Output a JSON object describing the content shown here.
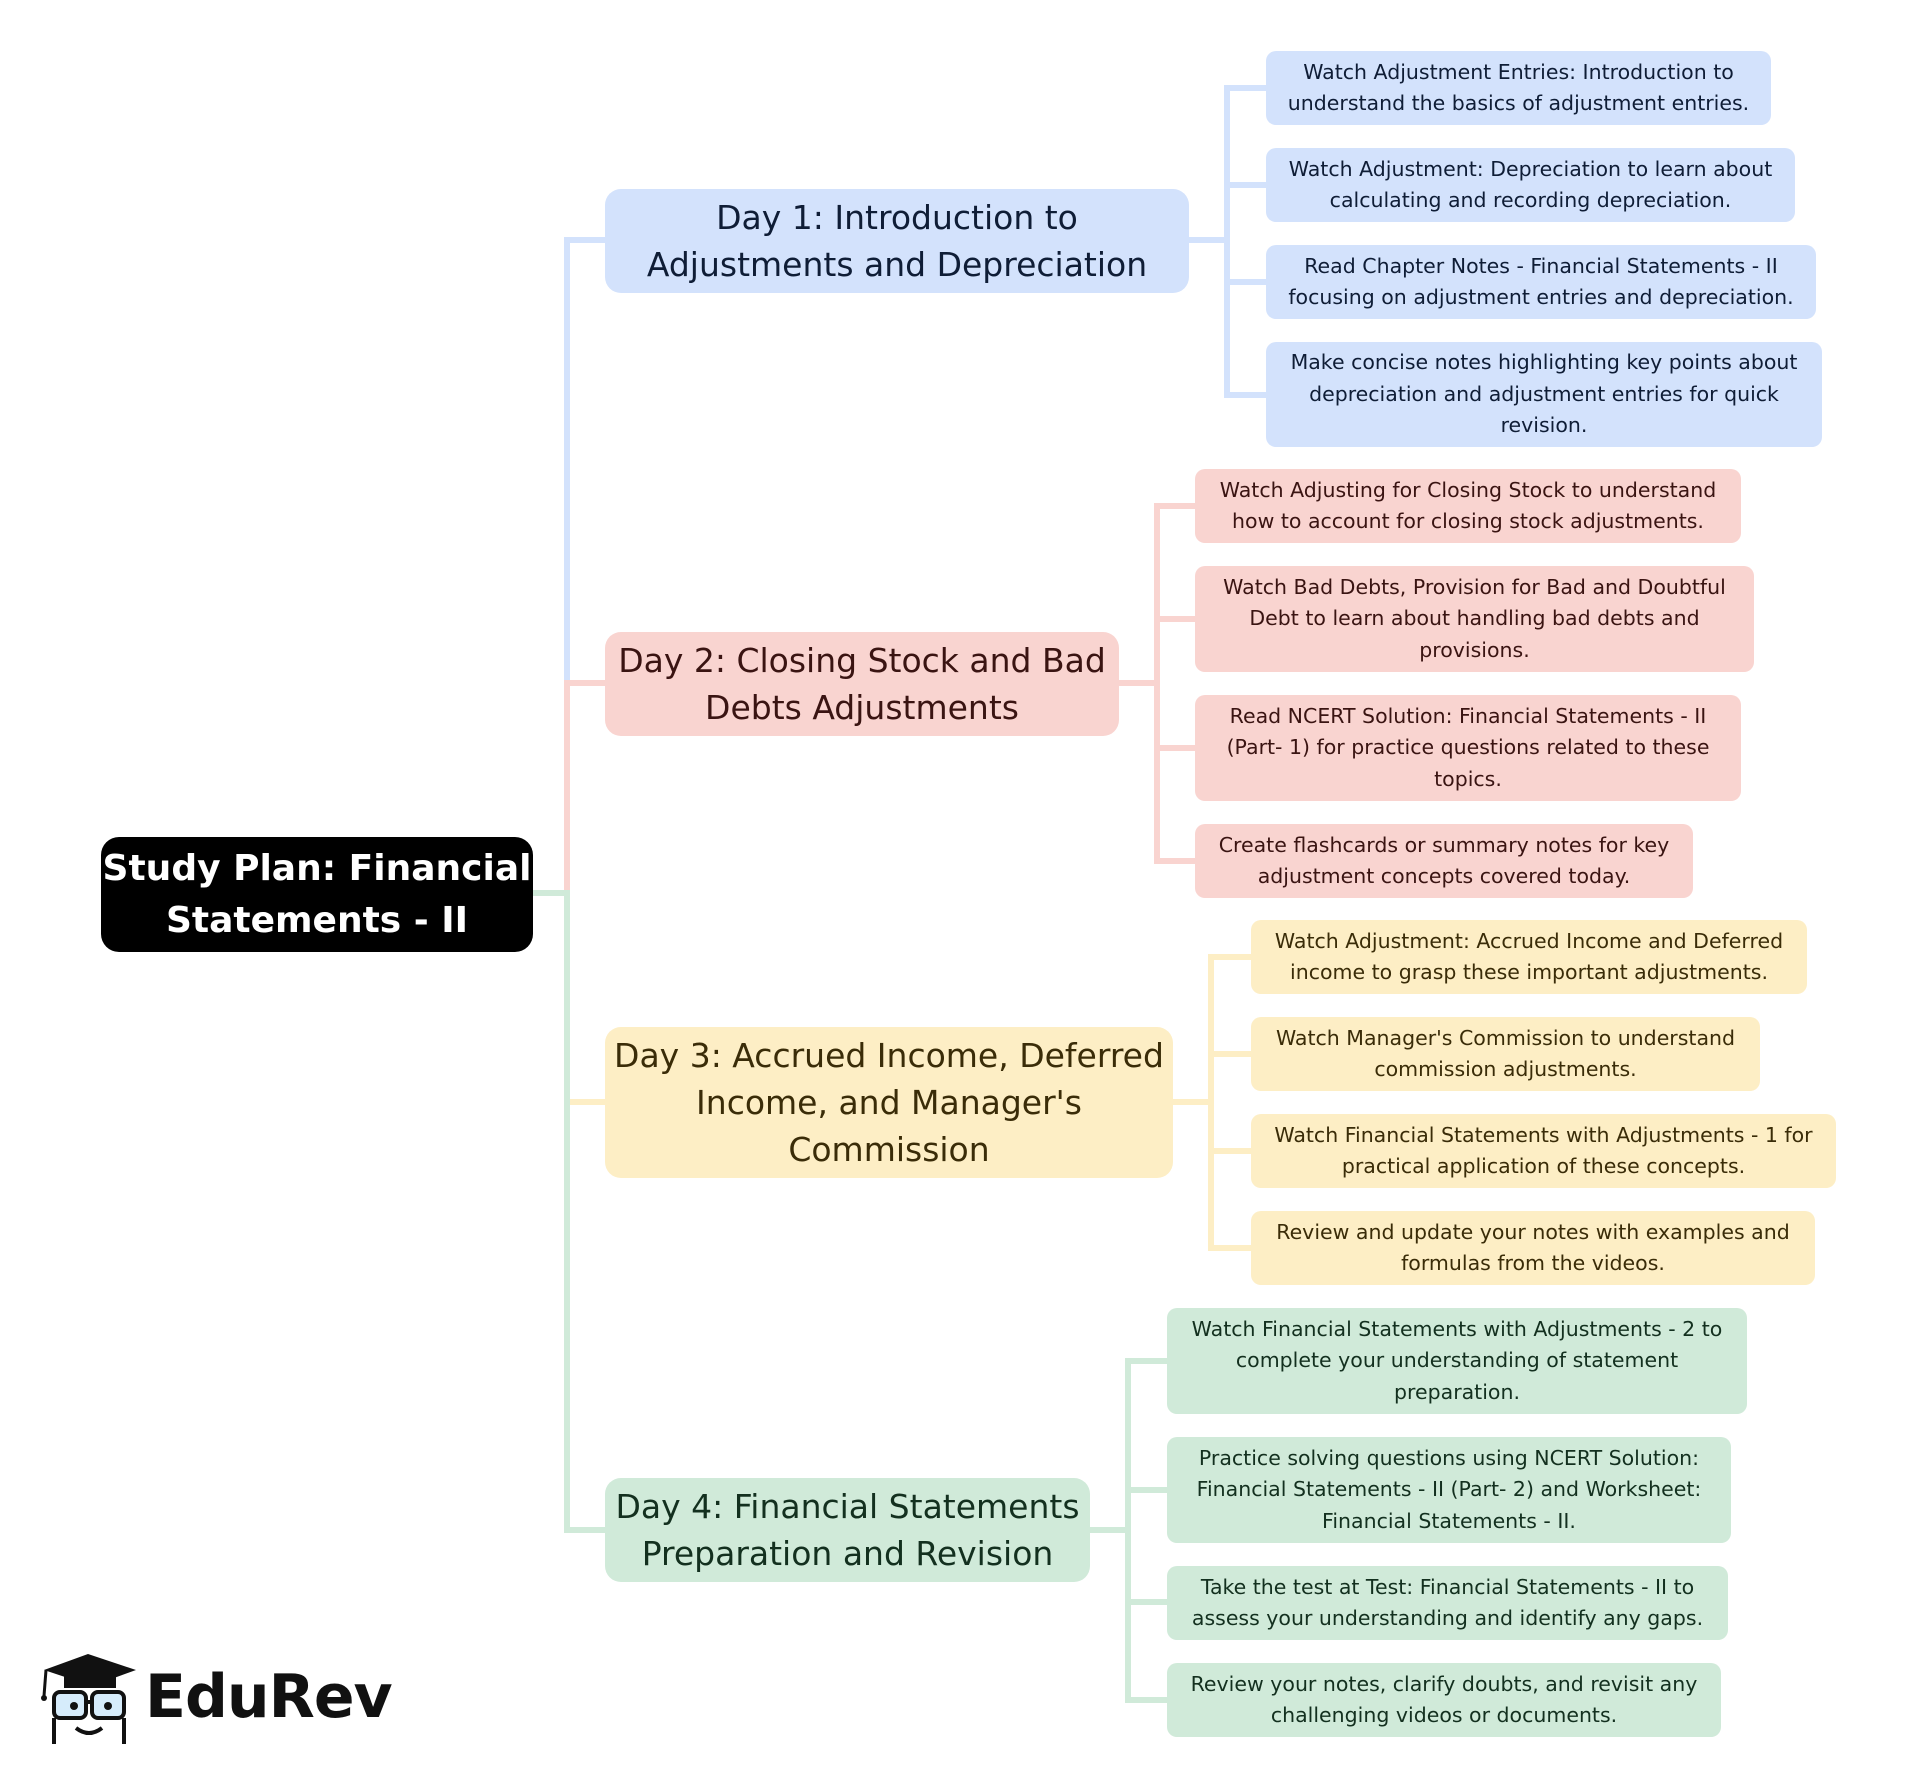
{
  "root": {
    "title": "Study Plan: Financial Statements - II"
  },
  "branch_colors": [
    "#d3e2fc",
    "#f9d4d0",
    "#fdeec5",
    "#d0ead9"
  ],
  "days": [
    {
      "title": "Day 1: Introduction to Adjustments and Depreciation",
      "tasks": [
        "Watch Adjustment Entries: Introduction to understand the basics of adjustment entries.",
        "Watch Adjustment: Depreciation to learn about calculating and recording depreciation.",
        "Read Chapter Notes - Financial Statements - II focusing on adjustment entries and depreciation.",
        "Make concise notes highlighting key points about depreciation and adjustment entries for quick revision."
      ]
    },
    {
      "title": "Day 2: Closing Stock and Bad Debts Adjustments",
      "tasks": [
        "Watch Adjusting for Closing Stock to understand how to account for closing stock adjustments.",
        "Watch Bad Debts, Provision for Bad and Doubtful Debt to learn about handling bad debts and provisions.",
        "Read NCERT Solution: Financial Statements - II (Part- 1) for practice questions related to these topics.",
        "Create flashcards or summary notes for key adjustment concepts covered today."
      ]
    },
    {
      "title": "Day 3: Accrued Income, Deferred Income, and Manager's Commission",
      "tasks": [
        "Watch Adjustment: Accrued Income and Deferred income to grasp these important adjustments.",
        "Watch Manager's Commission to understand commission adjustments.",
        "Watch Financial Statements with Adjustments - 1 for practical application of these concepts.",
        "Review and update your notes with examples and formulas from the videos."
      ]
    },
    {
      "title": "Day 4: Financial Statements Preparation and Revision",
      "tasks": [
        "Watch Financial Statements with Adjustments - 2 to complete your understanding of statement preparation.",
        "Practice solving questions using NCERT Solution: Financial Statements - II (Part- 2) and Worksheet: Financial Statements - II.",
        "Take the test at Test: Financial Statements - II to assess your understanding and identify any gaps.",
        "Review your notes, clarify doubts, and revisit any challenging videos or documents."
      ]
    }
  ],
  "logo": {
    "text": "EduRev"
  }
}
